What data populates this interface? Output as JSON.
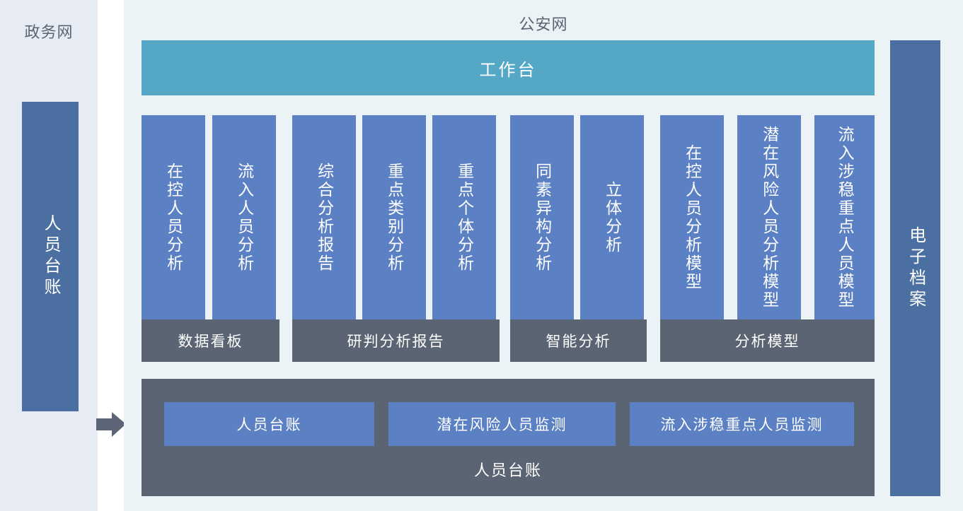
{
  "left_panel": {
    "title": "政务网",
    "card_label": "人员台账"
  },
  "flow_arrow": {
    "icon": "arrow-right-icon"
  },
  "main_panel": {
    "title": "公安网",
    "workbench_label": "工作台",
    "groups": [
      {
        "footer": "数据看板",
        "cards": [
          "在控人员分析",
          "流入人员分析"
        ]
      },
      {
        "footer": "研判分析报告",
        "cards": [
          "综合分析报告",
          "重点类别分析",
          "重点个体分析"
        ]
      },
      {
        "footer": "智能分析",
        "cards": [
          "同素异构分析",
          "立体分析"
        ]
      },
      {
        "footer": "分析模型",
        "cards": [
          "在控人员分析模型",
          "潜在风险人员分析模型",
          "流入涉稳重点人员模型"
        ]
      }
    ],
    "ledger": {
      "footer": "人员台账",
      "cards": [
        "人员台账",
        "潜在风险人员监测",
        "流入涉稳重点人员监测"
      ]
    }
  },
  "right_panel": {
    "card_label": "电子档案"
  },
  "colors": {
    "left_panel_bg": "#E7EBF3",
    "main_panel_bg": "#EBF3F7",
    "deep_blue_card": "#4B6FA0",
    "module_card_blue": "#5B80C4",
    "workbench_teal": "#55A7C6",
    "footer_gray": "#5B6472",
    "title_text": "#5A6473",
    "arrow_gray": "#5B6576"
  }
}
